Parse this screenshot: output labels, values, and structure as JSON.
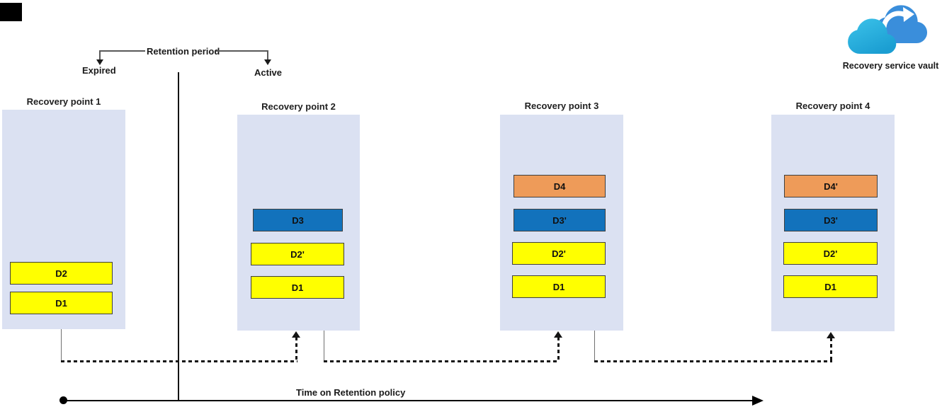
{
  "header": {
    "retention_period_label": "Retention period",
    "expired_label": "Expired",
    "active_label": "Active"
  },
  "vault": {
    "label": "Recovery service vault"
  },
  "timeline": {
    "label": "Time on Retention policy"
  },
  "recovery_points": [
    {
      "title": "Recovery point 1",
      "blocks": [
        {
          "label": "D2",
          "type": "yellow"
        },
        {
          "label": "D1",
          "type": "yellow"
        }
      ]
    },
    {
      "title": "Recovery point 2",
      "blocks": [
        {
          "label": "D3",
          "type": "blue"
        },
        {
          "label": "D2'",
          "type": "yellow"
        },
        {
          "label": "D1",
          "type": "yellow"
        }
      ]
    },
    {
      "title": "Recovery point 3",
      "blocks": [
        {
          "label": "D4",
          "type": "orange"
        },
        {
          "label": "D3'",
          "type": "blue"
        },
        {
          "label": "D2'",
          "type": "yellow"
        },
        {
          "label": "D1",
          "type": "yellow"
        }
      ]
    },
    {
      "title": "Recovery point 4",
      "blocks": [
        {
          "label": "D4'",
          "type": "orange"
        },
        {
          "label": "D3'",
          "type": "blue"
        },
        {
          "label": "D2'",
          "type": "yellow"
        },
        {
          "label": "D1",
          "type": "yellow"
        }
      ]
    }
  ],
  "colors": {
    "yellow": "#ffff00",
    "blue": "#1272bc",
    "orange": "#ee9b59",
    "panel": "#dbe1f2",
    "back_cloud": "#3a8edb",
    "front_cloud_light": "#3cc3ea",
    "front_cloud_dark": "#1b9ed2"
  }
}
